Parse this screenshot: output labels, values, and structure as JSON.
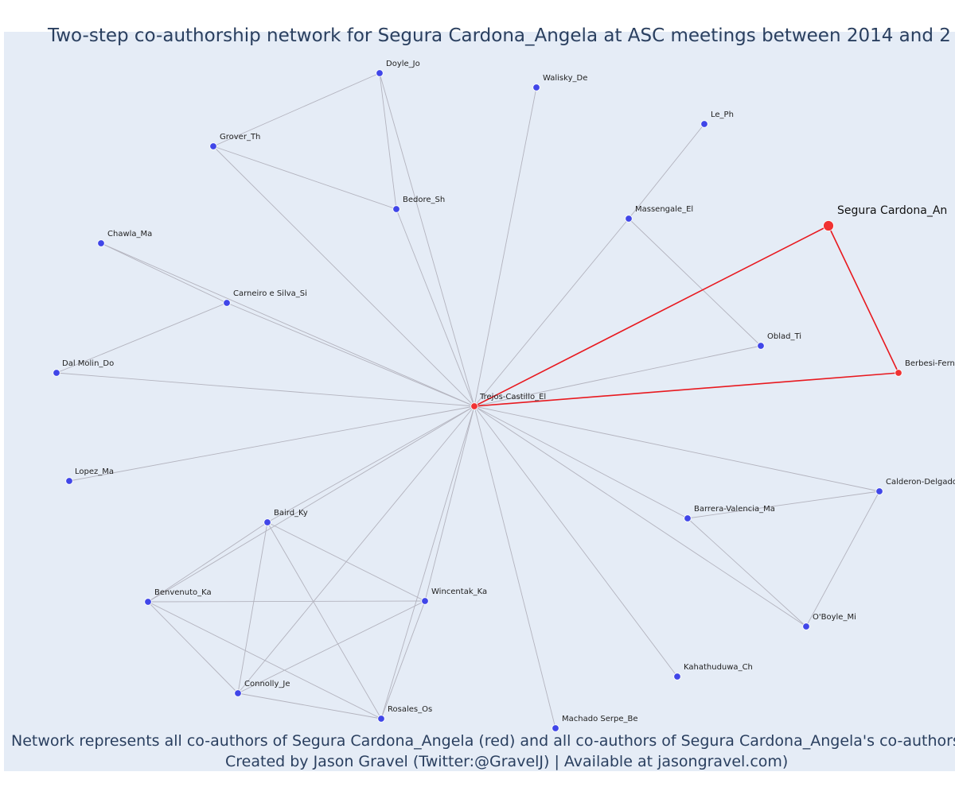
{
  "title": "Two-step co-authorship network for Segura Cardona_Angela at ASC meetings between 2014 and 2",
  "caption_line1": "Network represents all co-authors of Segura Cardona_Angela (red) and all co-authors of Segura Cardona_Angela's co-authors (bl",
  "caption_line2": "Created by Jason Gravel (Twitter:@GravelJ) | Available at jasongravel.com)",
  "colors": {
    "background": "#e5ecf6",
    "coauthor_node": "#4046e8",
    "focal_node": "#f03232",
    "focal_edge": "#e8191f",
    "other_edge": "#b3b3be"
  },
  "chart_data": {
    "type": "network",
    "nodes": [
      {
        "id": "Segura Cardona_An",
        "group": "focal"
      },
      {
        "id": "Trejos-Castillo_El",
        "group": "coauthor"
      },
      {
        "id": "Berbesi-Fern",
        "group": "coauthor"
      },
      {
        "id": "Doyle_Jo",
        "group": "second"
      },
      {
        "id": "Walisky_De",
        "group": "second"
      },
      {
        "id": "Le_Ph",
        "group": "second"
      },
      {
        "id": "Grover_Th",
        "group": "second"
      },
      {
        "id": "Bedore_Sh",
        "group": "second"
      },
      {
        "id": "Massengale_El",
        "group": "second"
      },
      {
        "id": "Chawla_Ma",
        "group": "second"
      },
      {
        "id": "Carneiro e Silva_Si",
        "group": "second"
      },
      {
        "id": "Oblad_Ti",
        "group": "second"
      },
      {
        "id": "Dal Molin_Do",
        "group": "second"
      },
      {
        "id": "Lopez_Ma",
        "group": "second"
      },
      {
        "id": "Calderon-Delgado",
        "group": "second"
      },
      {
        "id": "Baird_Ky",
        "group": "second"
      },
      {
        "id": "Barrera-Valencia_Ma",
        "group": "second"
      },
      {
        "id": "Benvenuto_Ka",
        "group": "second"
      },
      {
        "id": "Wincentak_Ka",
        "group": "second"
      },
      {
        "id": "O'Boyle_Mi",
        "group": "second"
      },
      {
        "id": "Kahathuduwa_Ch",
        "group": "second"
      },
      {
        "id": "Connolly_Je",
        "group": "second"
      },
      {
        "id": "Rosales_Os",
        "group": "second"
      },
      {
        "id": "Machado Serpe_Be",
        "group": "second"
      }
    ],
    "edges": [
      [
        "Segura Cardona_An",
        "Trejos-Castillo_El"
      ],
      [
        "Segura Cardona_An",
        "Berbesi-Fern"
      ],
      [
        "Trejos-Castillo_El",
        "Berbesi-Fern"
      ],
      [
        "Trejos-Castillo_El",
        "Doyle_Jo"
      ],
      [
        "Trejos-Castillo_El",
        "Walisky_De"
      ],
      [
        "Trejos-Castillo_El",
        "Grover_Th"
      ],
      [
        "Trejos-Castillo_El",
        "Bedore_Sh"
      ],
      [
        "Trejos-Castillo_El",
        "Massengale_El"
      ],
      [
        "Trejos-Castillo_El",
        "Chawla_Ma"
      ],
      [
        "Trejos-Castillo_El",
        "Carneiro e Silva_Si"
      ],
      [
        "Trejos-Castillo_El",
        "Oblad_Ti"
      ],
      [
        "Trejos-Castillo_El",
        "Dal Molin_Do"
      ],
      [
        "Trejos-Castillo_El",
        "Lopez_Ma"
      ],
      [
        "Trejos-Castillo_El",
        "Calderon-Delgado"
      ],
      [
        "Trejos-Castillo_El",
        "Baird_Ky"
      ],
      [
        "Trejos-Castillo_El",
        "Barrera-Valencia_Ma"
      ],
      [
        "Trejos-Castillo_El",
        "Benvenuto_Ka"
      ],
      [
        "Trejos-Castillo_El",
        "Wincentak_Ka"
      ],
      [
        "Trejos-Castillo_El",
        "O'Boyle_Mi"
      ],
      [
        "Trejos-Castillo_El",
        "Kahathuduwa_Ch"
      ],
      [
        "Trejos-Castillo_El",
        "Connolly_Je"
      ],
      [
        "Trejos-Castillo_El",
        "Rosales_Os"
      ],
      [
        "Trejos-Castillo_El",
        "Machado Serpe_Be"
      ],
      [
        "Doyle_Jo",
        "Grover_Th"
      ],
      [
        "Doyle_Jo",
        "Bedore_Sh"
      ],
      [
        "Grover_Th",
        "Bedore_Sh"
      ],
      [
        "Massengale_El",
        "Le_Ph"
      ],
      [
        "Massengale_El",
        "Oblad_Ti"
      ],
      [
        "Chawla_Ma",
        "Carneiro e Silva_Si"
      ],
      [
        "Carneiro e Silva_Si",
        "Dal Molin_Do"
      ],
      [
        "Calderon-Delgado",
        "Barrera-Valencia_Ma"
      ],
      [
        "Calderon-Delgado",
        "O'Boyle_Mi"
      ],
      [
        "Barrera-Valencia_Ma",
        "O'Boyle_Mi"
      ],
      [
        "Baird_Ky",
        "Benvenuto_Ka"
      ],
      [
        "Baird_Ky",
        "Wincentak_Ka"
      ],
      [
        "Baird_Ky",
        "Connolly_Je"
      ],
      [
        "Baird_Ky",
        "Rosales_Os"
      ],
      [
        "Benvenuto_Ka",
        "Wincentak_Ka"
      ],
      [
        "Benvenuto_Ka",
        "Connolly_Je"
      ],
      [
        "Benvenuto_Ka",
        "Rosales_Os"
      ],
      [
        "Wincentak_Ka",
        "Connolly_Je"
      ],
      [
        "Wincentak_Ka",
        "Rosales_Os"
      ],
      [
        "Connolly_Je",
        "Rosales_Os"
      ]
    ]
  }
}
